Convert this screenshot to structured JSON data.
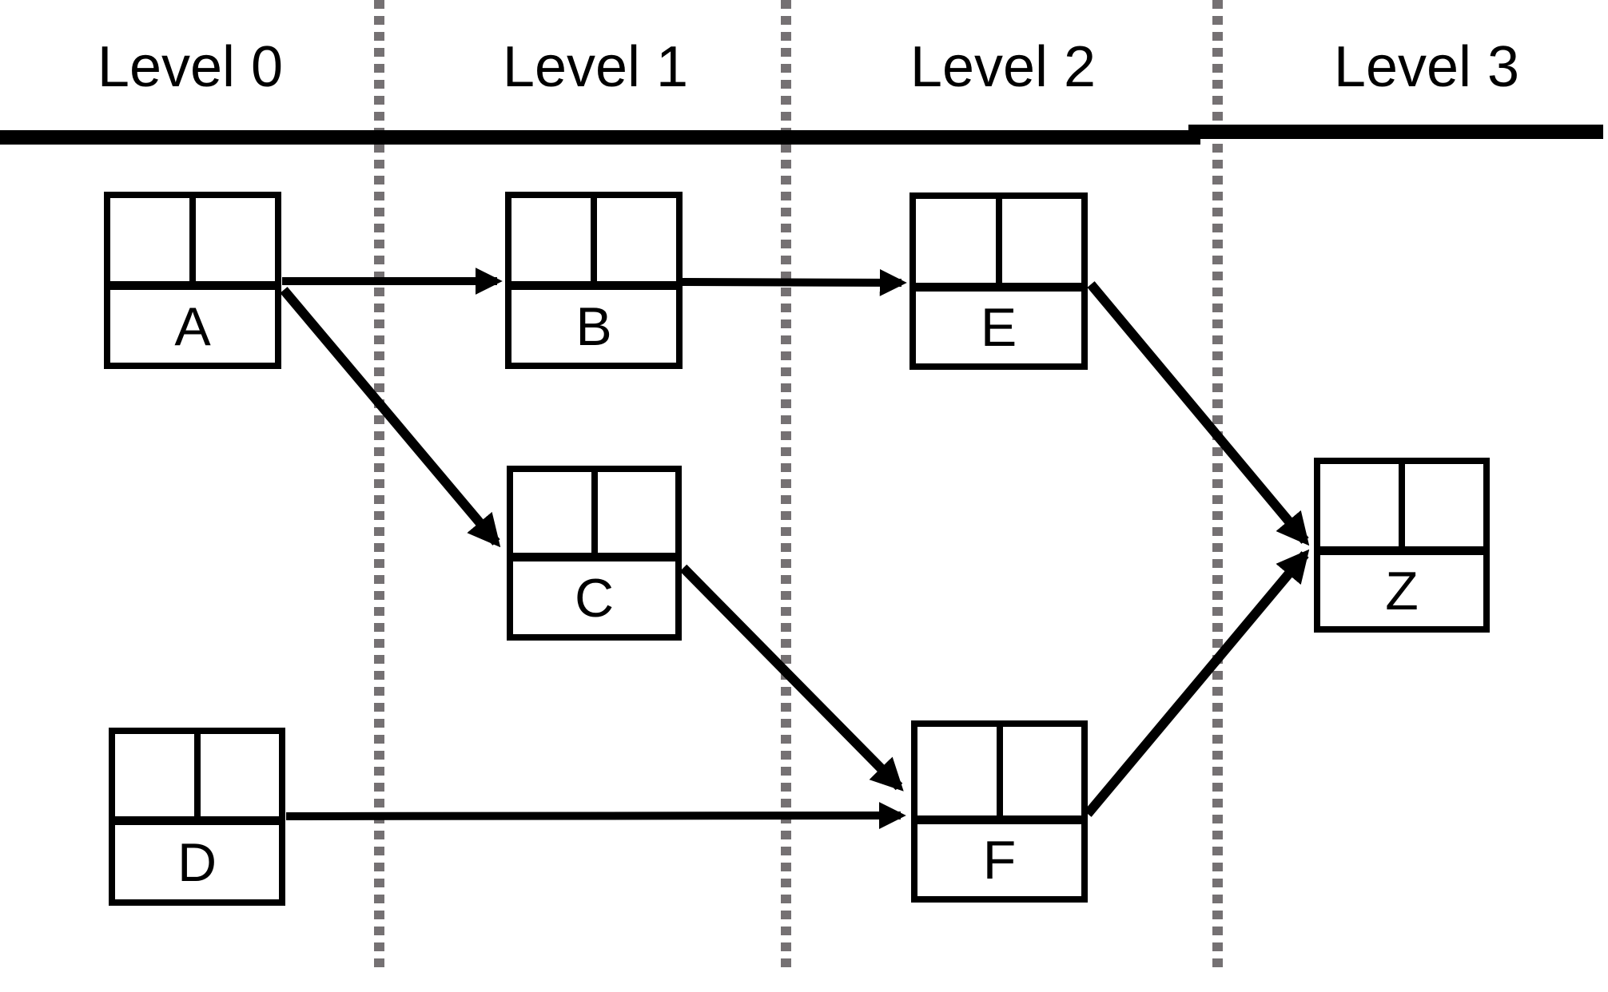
{
  "diagram": {
    "description": "Leveled dependency graph with record nodes",
    "levels": [
      {
        "label": "Level 0"
      },
      {
        "label": "Level 1"
      },
      {
        "label": "Level 2"
      },
      {
        "label": "Level 3"
      }
    ],
    "nodes": [
      {
        "id": "A",
        "label": "A",
        "level": 0
      },
      {
        "id": "B",
        "label": "B",
        "level": 1
      },
      {
        "id": "C",
        "label": "C",
        "level": 1
      },
      {
        "id": "D",
        "label": "D",
        "level": 0
      },
      {
        "id": "E",
        "label": "E",
        "level": 2
      },
      {
        "id": "F",
        "label": "F",
        "level": 2
      },
      {
        "id": "Z",
        "label": "Z",
        "level": 3
      }
    ],
    "edges": [
      {
        "from": "A",
        "to": "B"
      },
      {
        "from": "A",
        "to": "C"
      },
      {
        "from": "B",
        "to": "E"
      },
      {
        "from": "C",
        "to": "F"
      },
      {
        "from": "D",
        "to": "F"
      },
      {
        "from": "E",
        "to": "Z"
      },
      {
        "from": "F",
        "to": "Z"
      }
    ],
    "colors": {
      "stroke": "#000000",
      "level_divider": "#757173",
      "background": "#ffffff"
    }
  }
}
